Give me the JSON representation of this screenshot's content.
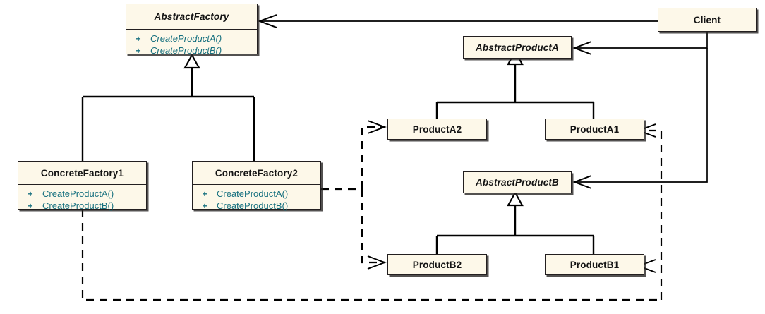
{
  "diagram": {
    "type": "uml-class-diagram",
    "title": "Abstract Factory pattern",
    "colors": {
      "box_fill": "#fdf8e9",
      "box_border": "#231f20",
      "title_text": "#141414",
      "operation_text": "#16707f",
      "edge": "#000000",
      "background": "#ffffff"
    },
    "classes": [
      {
        "id": "abstract-factory",
        "name": "AbstractFactory",
        "abstract": true,
        "operations": [
          {
            "visibility": "+",
            "signature": "CreateProductA()"
          },
          {
            "visibility": "+",
            "signature": "CreateProductB()"
          }
        ]
      },
      {
        "id": "concrete-factory-1",
        "name": "ConcreteFactory1",
        "abstract": false,
        "operations": [
          {
            "visibility": "+",
            "signature": "CreateProductA()"
          },
          {
            "visibility": "+",
            "signature": "CreateProductB()"
          }
        ]
      },
      {
        "id": "concrete-factory-2",
        "name": "ConcreteFactory2",
        "abstract": false,
        "operations": [
          {
            "visibility": "+",
            "signature": "CreateProductA()"
          },
          {
            "visibility": "+",
            "signature": "CreateProductB()"
          }
        ]
      },
      {
        "id": "client",
        "name": "Client",
        "abstract": false,
        "operations": []
      },
      {
        "id": "abstract-product-a",
        "name": "AbstractProductA",
        "abstract": true,
        "operations": []
      },
      {
        "id": "product-a2",
        "name": "ProductA2",
        "abstract": false,
        "operations": []
      },
      {
        "id": "product-a1",
        "name": "ProductA1",
        "abstract": false,
        "operations": []
      },
      {
        "id": "abstract-product-b",
        "name": "AbstractProductB",
        "abstract": true,
        "operations": []
      },
      {
        "id": "product-b2",
        "name": "ProductB2",
        "abstract": false,
        "operations": []
      },
      {
        "id": "product-b1",
        "name": "ProductB1",
        "abstract": false,
        "operations": []
      }
    ],
    "relationships": [
      {
        "kind": "generalization",
        "from": "concrete-factory-1",
        "to": "abstract-factory"
      },
      {
        "kind": "generalization",
        "from": "concrete-factory-2",
        "to": "abstract-factory"
      },
      {
        "kind": "generalization",
        "from": "product-a2",
        "to": "abstract-product-a"
      },
      {
        "kind": "generalization",
        "from": "product-a1",
        "to": "abstract-product-a"
      },
      {
        "kind": "generalization",
        "from": "product-b2",
        "to": "abstract-product-b"
      },
      {
        "kind": "generalization",
        "from": "product-b1",
        "to": "abstract-product-b"
      },
      {
        "kind": "association",
        "from": "client",
        "to": "abstract-factory"
      },
      {
        "kind": "association",
        "from": "client",
        "to": "abstract-product-a"
      },
      {
        "kind": "association",
        "from": "client",
        "to": "abstract-product-b"
      },
      {
        "kind": "dependency",
        "from": "concrete-factory-2",
        "to": "product-a2"
      },
      {
        "kind": "dependency",
        "from": "concrete-factory-2",
        "to": "product-b2"
      },
      {
        "kind": "dependency",
        "from": "concrete-factory-1",
        "to": "product-a1"
      },
      {
        "kind": "dependency",
        "from": "concrete-factory-1",
        "to": "product-b1"
      }
    ]
  }
}
